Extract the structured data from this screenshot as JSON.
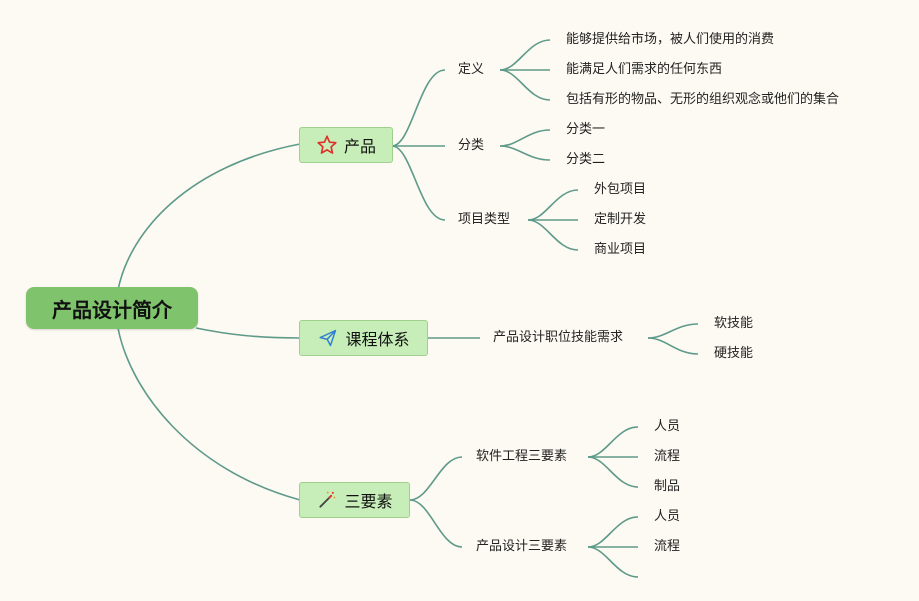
{
  "root": {
    "label": "产品设计简介"
  },
  "branches": [
    {
      "label": "产品",
      "icon": "star-icon",
      "children": [
        {
          "label": "定义",
          "children": [
            "能够提供给市场，被人们使用的消费",
            "能满足人们需求的任何东西",
            "包括有形的物品、无形的组织观念或他们的集合"
          ]
        },
        {
          "label": "分类",
          "children": [
            "分类一",
            "分类二"
          ]
        },
        {
          "label": "项目类型",
          "children": [
            "外包项目",
            "定制开发",
            "商业项目"
          ]
        }
      ]
    },
    {
      "label": "课程体系",
      "icon": "paper-plane-icon",
      "children": [
        {
          "label": "产品设计职位技能需求",
          "children": [
            "软技能",
            "硬技能"
          ]
        }
      ]
    },
    {
      "label": "三要素",
      "icon": "magic-wand-icon",
      "children": [
        {
          "label": "软件工程三要素",
          "children": [
            "人员",
            "流程",
            "制品"
          ]
        },
        {
          "label": "产品设计三要素",
          "children": [
            "人员",
            "流程",
            ""
          ]
        }
      ]
    }
  ],
  "colors": {
    "line": "#5e9a8a",
    "root_bg": "#7fc46c",
    "branch_bg": "#c7eeb8",
    "background": "#fcfaf2"
  }
}
